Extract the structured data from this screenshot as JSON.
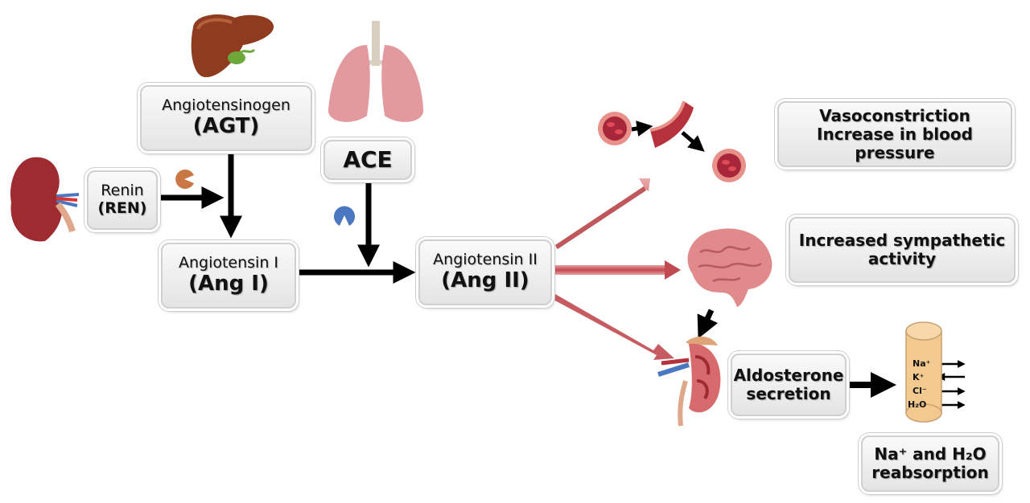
{
  "nodes": {
    "agt": {
      "name": "Angiotensinogen",
      "abbr": "(AGT)"
    },
    "renin": {
      "name": "Renin",
      "abbr": "(REN)"
    },
    "ace": {
      "name": "ACE"
    },
    "ang1": {
      "name": "Angiotensin I",
      "abbr": "(Ang I)"
    },
    "ang2": {
      "name": "Angiotensin II",
      "abbr": "(Ang II)"
    }
  },
  "effects": {
    "vaso": {
      "line1": "Vasoconstriction",
      "line2": "Increase in blood pressure"
    },
    "sympathetic": {
      "line1": "Increased sympathetic",
      "line2": "activity"
    },
    "aldosterone": {
      "line1": "Aldosterone",
      "line2": "secretion"
    },
    "reabsorption": {
      "line1": "Na⁺ and H₂O",
      "line2": "reabsorption"
    }
  },
  "tubule_ions": [
    "Na⁺",
    "K⁺",
    "Cl⁻",
    "H₂O"
  ],
  "icons": [
    "liver-icon",
    "lungs-icon",
    "kidney-icon",
    "renin-enzyme-icon",
    "ace-enzyme-icon",
    "blood-vessel-icon",
    "brain-icon",
    "adrenal-kidney-icon",
    "tubule-icon"
  ],
  "colors": {
    "organ_red": "#a8343a",
    "lung_pink": "#e39a9e",
    "liver_brown": "#8e3b1f",
    "fat_arrow": "#c8585c",
    "tubule": "#f2c98f",
    "ace_blue": "#4a78c0",
    "renin_orange": "#c97845"
  }
}
